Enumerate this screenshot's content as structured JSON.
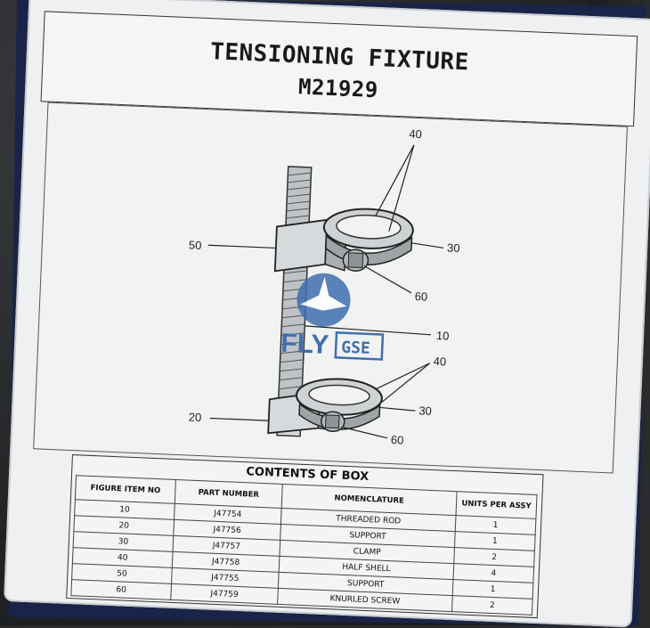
{
  "placard": {
    "title": "TENSIONING FIXTURE",
    "model": "M21929"
  },
  "figure": {
    "callouts": {
      "c40_top": "40",
      "c30_top": "30",
      "c50": "50",
      "c60_top": "60",
      "c10": "10",
      "c40_bottom": "40",
      "c30_bottom": "30",
      "c20": "20",
      "c60_bottom": "60"
    },
    "watermark": {
      "brand": "FLY",
      "suffix": "GSE"
    }
  },
  "contents": {
    "title": "CONTENTS OF BOX",
    "headers": {
      "figure_item_no": "FIGURE ITEM NO",
      "part_number": "PART NUMBER",
      "nomenclature": "NOMENCLATURE",
      "units_per_assy": "UNITS PER ASSY"
    },
    "rows": [
      {
        "item": "10",
        "part": "J47754",
        "name": "THREADED ROD",
        "units": "1"
      },
      {
        "item": "20",
        "part": "J47756",
        "name": "SUPPORT",
        "units": "1"
      },
      {
        "item": "30",
        "part": "J47757",
        "name": "CLAMP",
        "units": "2"
      },
      {
        "item": "40",
        "part": "J47758",
        "name": "HALF SHELL",
        "units": "4"
      },
      {
        "item": "50",
        "part": "J47755",
        "name": "SUPPORT",
        "units": "1"
      },
      {
        "item": "60",
        "part": "J47759",
        "name": "KNURLED SCREW",
        "units": "2"
      }
    ]
  }
}
